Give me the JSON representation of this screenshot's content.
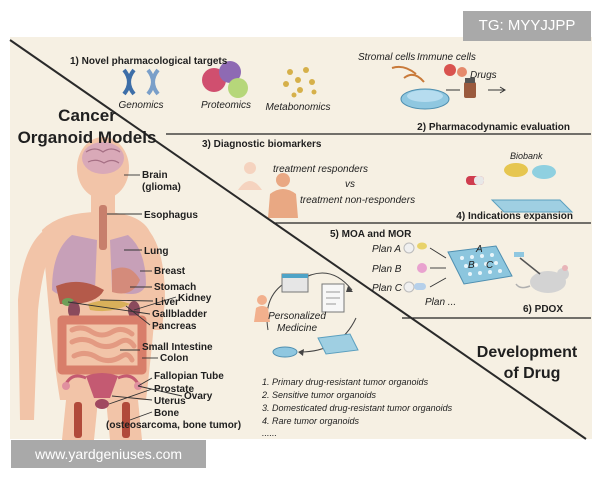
{
  "watermarks": {
    "top_right": "TG: MYYJJPP",
    "bottom_left": "www.yardgeniuses.com"
  },
  "left_panel": {
    "title_line1": "Cancer",
    "title_line2": "Organoid Models",
    "organs": {
      "brain": "Brain",
      "brain_sub": "(glioma)",
      "esophagus": "Esophagus",
      "lung": "Lung",
      "breast": "Breast",
      "stomach": "Stomach",
      "kidney": "Kidney",
      "liver": "Liver",
      "gallbladder": "Gallbladder",
      "pancreas": "Pancreas",
      "small_intestine": "Small Intestine",
      "colon": "Colon",
      "fallopian_tube": "Fallopian Tube",
      "prostate": "Prostate",
      "ovary": "Ovary",
      "uterus": "Uterus",
      "bone": "Bone",
      "bone_sub": "(osteosarcoma, bone tumor)"
    }
  },
  "right_panel": {
    "title_line1": "Development",
    "title_line2": "of Drug",
    "sec1": {
      "title": "1) Novel pharmacological targets",
      "genomics": "Genomics",
      "proteomics": "Proteomics",
      "metabonomics": "Metabonomics"
    },
    "sec2": {
      "stromal": "Stromal cells",
      "immune": "Immune cells",
      "drugs": "Drugs",
      "title": "2) Pharmacodynamic evaluation"
    },
    "sec3": {
      "title": "3) Diagnostic biomarkers",
      "responders": "treatment responders",
      "vs": "vs",
      "non_responders": "treatment non-responders"
    },
    "sec4": {
      "biobank": "Biobank",
      "title": "4) Indications expansion"
    },
    "sec5": {
      "title": "5) MOA and MOR",
      "plan_a": "Plan A",
      "plan_b": "Plan B",
      "plan_c": "Plan C",
      "plan_more": "Plan ...",
      "well_a": "A",
      "well_b": "B",
      "well_c": "C"
    },
    "sec6": {
      "title": "6) PDOX"
    },
    "personalized_line1": "Personalized",
    "personalized_line2": "Medicine",
    "organoid_types": [
      "1. Primary drug-resistant tumor organoids",
      "2. Sensitive tumor organoids",
      "3. Domesticated drug-resistant tumor organoids",
      "4. Rare tumor organoids",
      "......"
    ]
  },
  "colors": {
    "background": "#f6f0e3",
    "divider": "#2a2a2a",
    "skin": "#f2c4a8",
    "brain": "#d9a9b8",
    "lung": "#c7a0b8",
    "liver": "#b45a4a",
    "intestine": "#e39a82",
    "colon": "#d87e6a",
    "teal": "#5fb3c8",
    "title": "#1f1f1f"
  }
}
